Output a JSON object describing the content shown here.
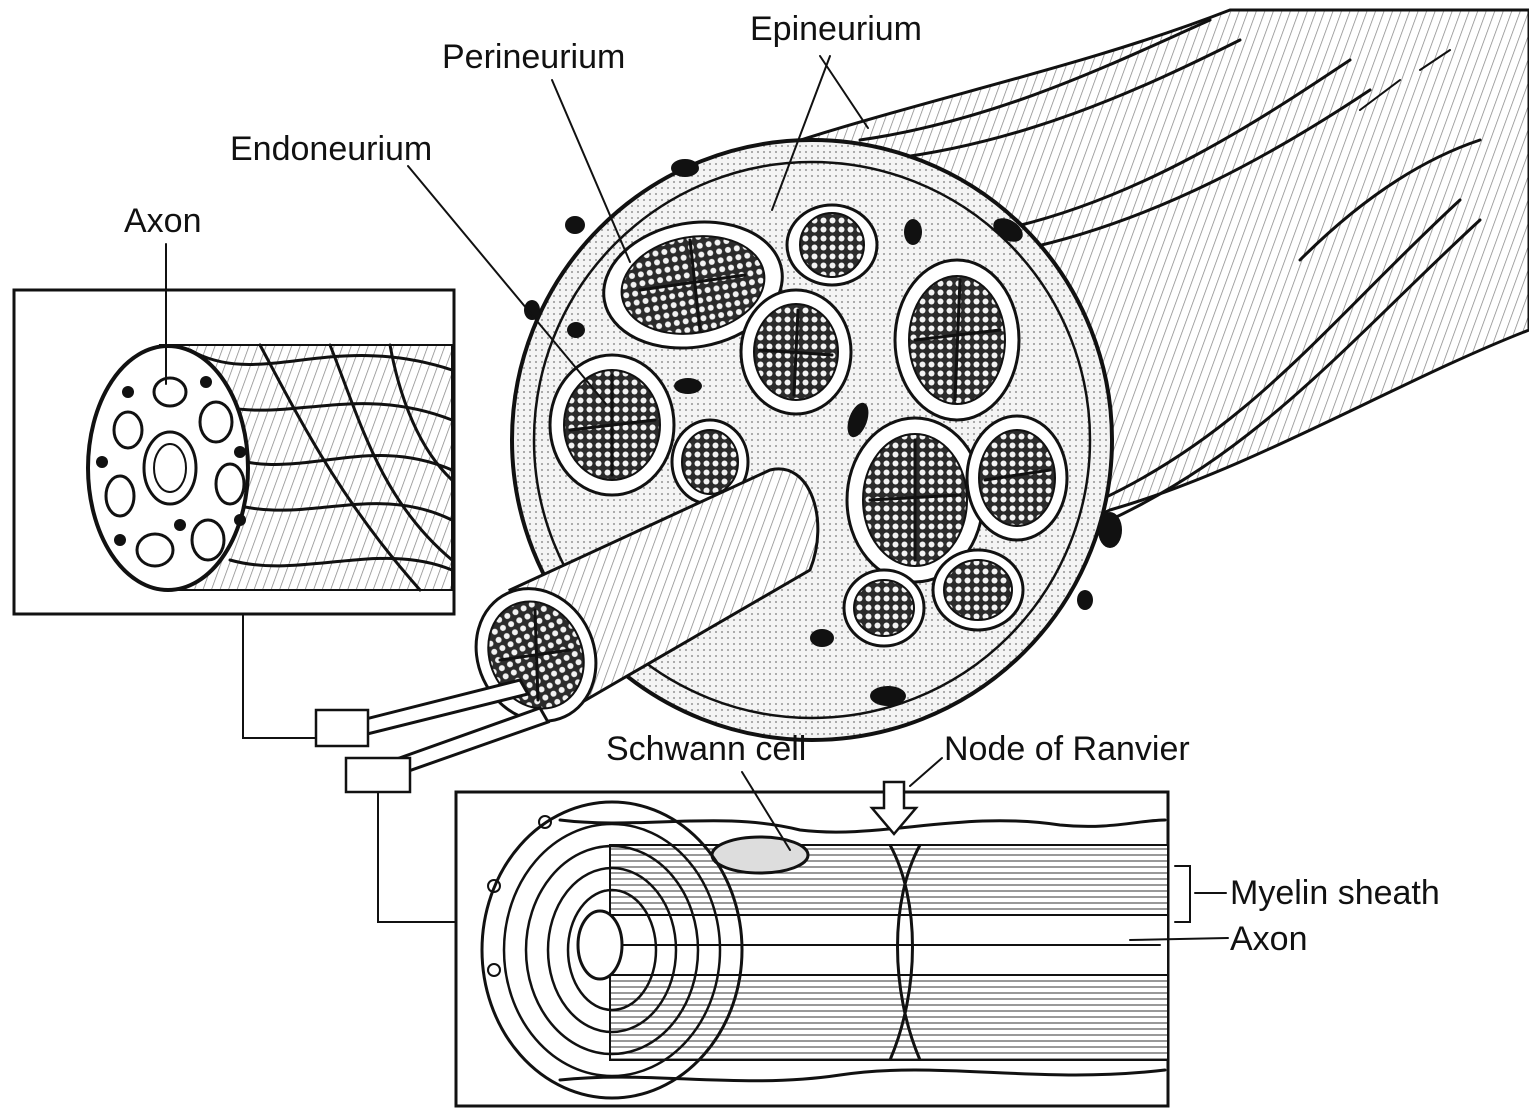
{
  "labels": {
    "epineurium": "Epineurium",
    "perineurium": "Perineurium",
    "endoneurium": "Endoneurium",
    "axon_top": "Axon",
    "schwann_cell": "Schwann cell",
    "node_of_ranvier": "Node of Ranvier",
    "myelin_sheath": "Myelin sheath",
    "axon_bottom": "Axon"
  },
  "colors": {
    "ink": "#111111",
    "paper": "#ffffff",
    "shade": "#d9d9d9",
    "fascicle_fill": "#4a4a4a"
  }
}
